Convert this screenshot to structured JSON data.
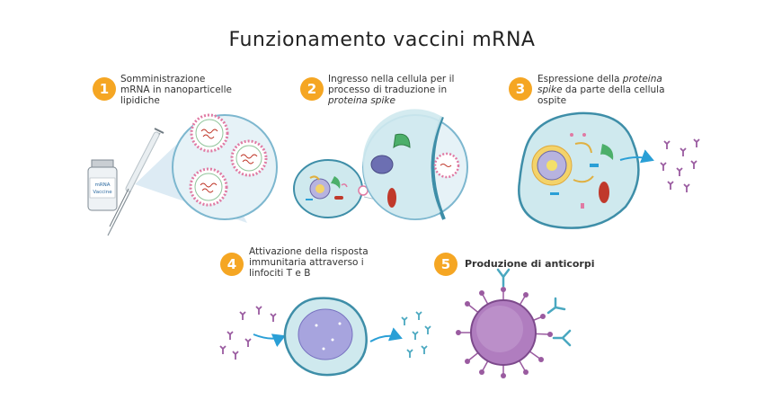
{
  "title": "Funzionamento vaccini mRNA",
  "colors": {
    "badge": "#f5a623",
    "cell_fill": "#cfe9ee",
    "cell_outline": "#3e8ea8",
    "nucleus": "#b7b3df",
    "lipid": "#e07aa3",
    "mrna": "#c0392b",
    "arrow": "#2a9fd6",
    "spike": "#9a5ba0",
    "antibody": "#4aa8c0"
  },
  "vial": {
    "line1": "mRNA",
    "line2": "Vaccine"
  },
  "steps": [
    {
      "number": "1",
      "line1": "Somministrazione",
      "line2": "mRNA in nanoparticelle",
      "line3": "lipidiche"
    },
    {
      "number": "2",
      "line1": "Ingresso nella cellula per  il",
      "line2": "processo di traduzione in",
      "line3": "proteina spike"
    },
    {
      "number": "3",
      "line1a": "Espressione della ",
      "line1b": "proteina",
      "line2a": "spike",
      "line2b": " da parte della cellula",
      "line3": "ospite"
    },
    {
      "number": "4",
      "line1": "Attivazione della risposta",
      "line2": "immunitaria attraverso i",
      "line3": "linfociti T e B"
    },
    {
      "number": "5",
      "line1": "Produzione di anticorpi"
    }
  ]
}
